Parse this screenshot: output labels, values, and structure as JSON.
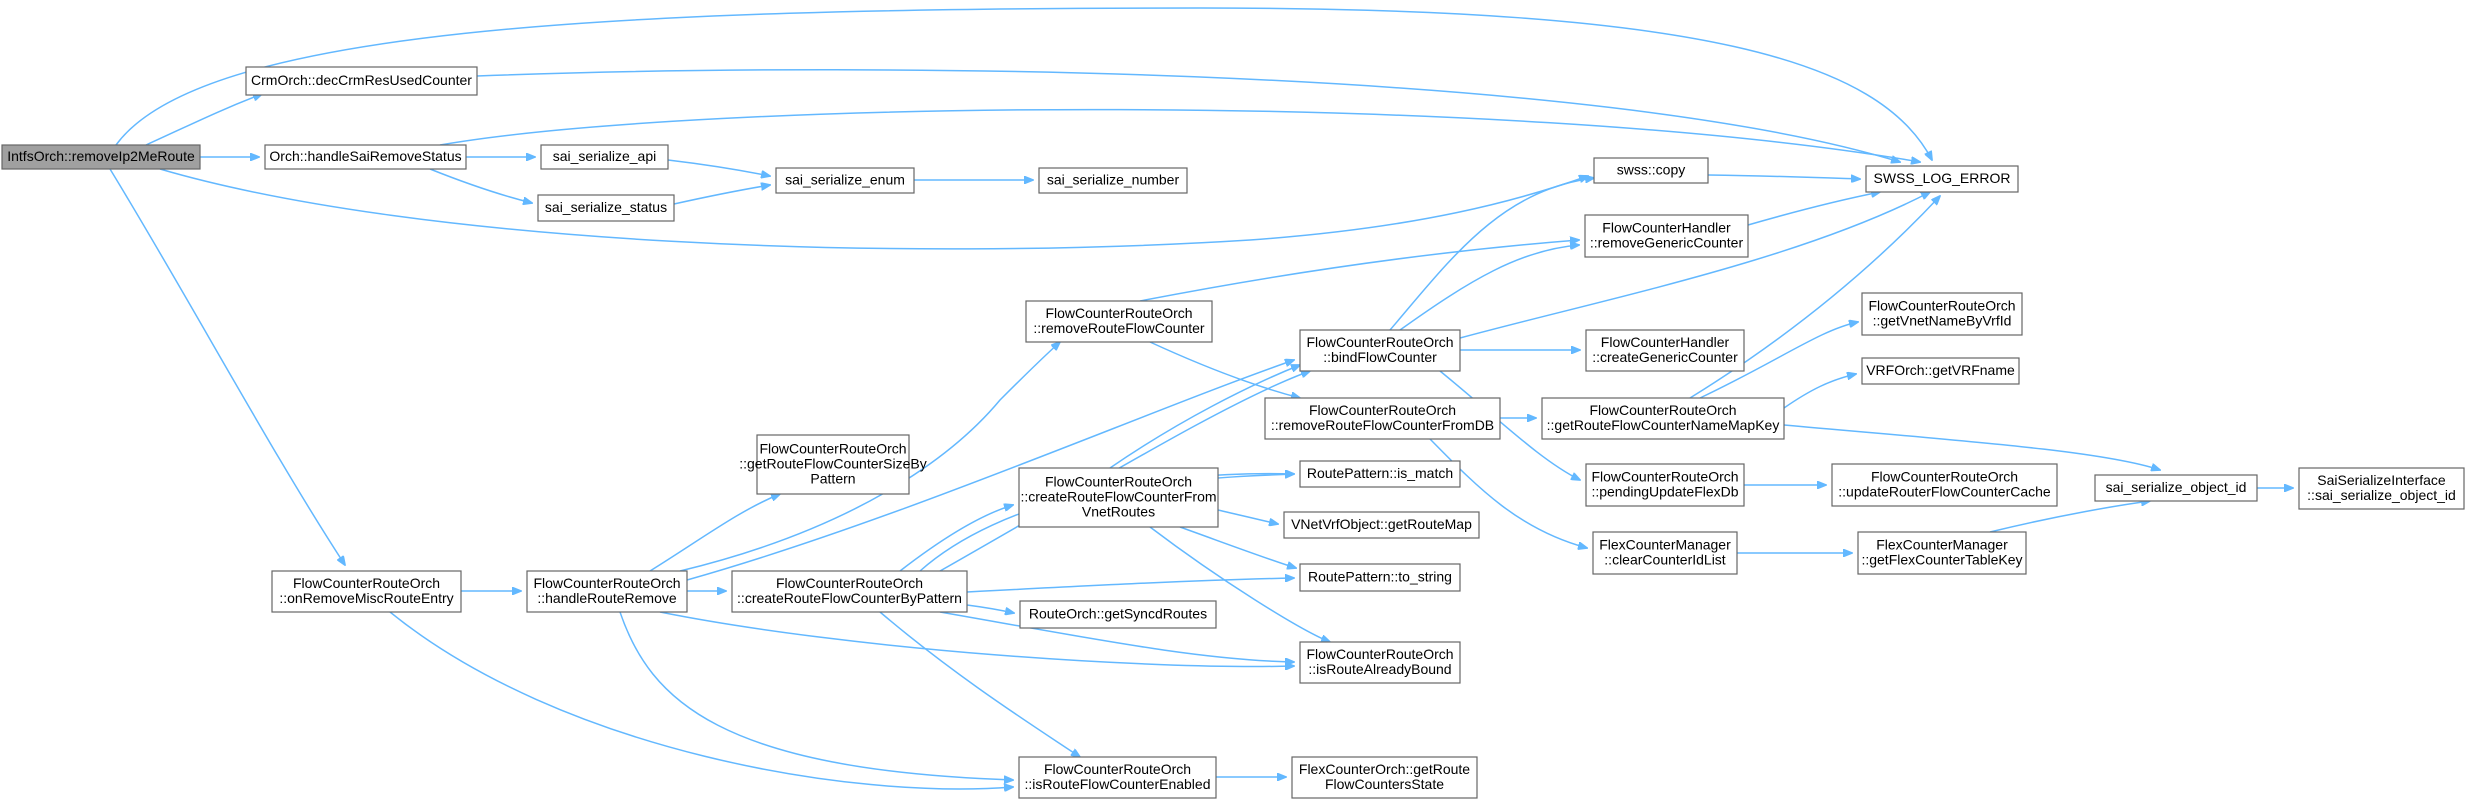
{
  "diagram": {
    "colors": {
      "edge": "#63b8ff",
      "node_border": "#666666",
      "root_fill": "#a0a0a0",
      "node_fill": "#ffffff"
    },
    "nodes": [
      {
        "id": "root",
        "lines": [
          "IntfsOrch::removeIp2MeRoute"
        ],
        "root": true
      },
      {
        "id": "crm",
        "lines": [
          "CrmOrch::decCrmResUsedCounter"
        ]
      },
      {
        "id": "orch_handle",
        "lines": [
          "Orch::handleSaiRemoveStatus"
        ]
      },
      {
        "id": "ser_api",
        "lines": [
          "sai_serialize_api"
        ]
      },
      {
        "id": "ser_status",
        "lines": [
          "sai_serialize_status"
        ]
      },
      {
        "id": "ser_enum",
        "lines": [
          "sai_serialize_enum"
        ]
      },
      {
        "id": "ser_number",
        "lines": [
          "sai_serialize_number"
        ]
      },
      {
        "id": "swss_copy",
        "lines": [
          "swss::copy"
        ]
      },
      {
        "id": "log_error",
        "lines": [
          "SWSS_LOG_ERROR"
        ]
      },
      {
        "id": "fch_remove",
        "lines": [
          "FlowCounterHandler",
          "::removeGenericCounter"
        ]
      },
      {
        "id": "fcro_remove_counter",
        "lines": [
          "FlowCounterRouteOrch",
          "::removeRouteFlowCounter"
        ]
      },
      {
        "id": "fcro_bind",
        "lines": [
          "FlowCounterRouteOrch",
          "::bindFlowCounter"
        ]
      },
      {
        "id": "fch_create",
        "lines": [
          "FlowCounterHandler",
          "::createGenericCounter"
        ]
      },
      {
        "id": "fcro_getvnet",
        "lines": [
          "FlowCounterRouteOrch",
          "::getVnetNameByVrfId"
        ]
      },
      {
        "id": "vrf_getname",
        "lines": [
          "VRFOrch::getVRFname"
        ]
      },
      {
        "id": "fcro_remove_db",
        "lines": [
          "FlowCounterRouteOrch",
          "::removeRouteFlowCounterFromDB"
        ]
      },
      {
        "id": "fcro_getmapkey",
        "lines": [
          "FlowCounterRouteOrch",
          "::getRouteFlowCounterNameMapKey"
        ]
      },
      {
        "id": "fcro_getsize",
        "lines": [
          "FlowCounterRouteOrch",
          "::getRouteFlowCounterSizeBy",
          "Pattern"
        ]
      },
      {
        "id": "rp_match",
        "lines": [
          "RoutePattern::is_match"
        ]
      },
      {
        "id": "fcro_pending",
        "lines": [
          "FlowCounterRouteOrch",
          "::pendingUpdateFlexDb"
        ]
      },
      {
        "id": "fcro_update_cache",
        "lines": [
          "FlowCounterRouteOrch",
          "::updateRouterFlowCounterCache"
        ]
      },
      {
        "id": "ser_objid",
        "lines": [
          "sai_serialize_object_id"
        ]
      },
      {
        "id": "ssi_objid",
        "lines": [
          "SaiSerializeInterface",
          "::sai_serialize_object_id"
        ]
      },
      {
        "id": "fcro_create_vnet",
        "lines": [
          "FlowCounterRouteOrch",
          "::createRouteFlowCounterFrom",
          "VnetRoutes"
        ]
      },
      {
        "id": "vnet_getmap",
        "lines": [
          "VNetVrfObject::getRouteMap"
        ]
      },
      {
        "id": "fcro_on_remove",
        "lines": [
          "FlowCounterRouteOrch",
          "::onRemoveMiscRouteEntry"
        ]
      },
      {
        "id": "fcro_handle_remove",
        "lines": [
          "FlowCounterRouteOrch",
          "::handleRouteRemove"
        ]
      },
      {
        "id": "fcro_create_pattern",
        "lines": [
          "FlowCounterRouteOrch",
          "::createRouteFlowCounterByPattern"
        ]
      },
      {
        "id": "rp_tostring",
        "lines": [
          "RoutePattern::to_string"
        ]
      },
      {
        "id": "fcm_clear",
        "lines": [
          "FlexCounterManager",
          "::clearCounterIdList"
        ]
      },
      {
        "id": "fcm_getkey",
        "lines": [
          "FlexCounterManager",
          "::getFlexCounterTableKey"
        ]
      },
      {
        "id": "route_getsynced",
        "lines": [
          "RouteOrch::getSyncdRoutes"
        ]
      },
      {
        "id": "fcro_isbound",
        "lines": [
          "FlowCounterRouteOrch",
          "::isRouteAlreadyBound"
        ]
      },
      {
        "id": "fcro_isenabled",
        "lines": [
          "FlowCounterRouteOrch",
          "::isRouteFlowCounterEnabled"
        ]
      },
      {
        "id": "flexorch_getstate",
        "lines": [
          "FlexCounterOrch::getRoute",
          "FlowCountersState"
        ]
      }
    ]
  }
}
